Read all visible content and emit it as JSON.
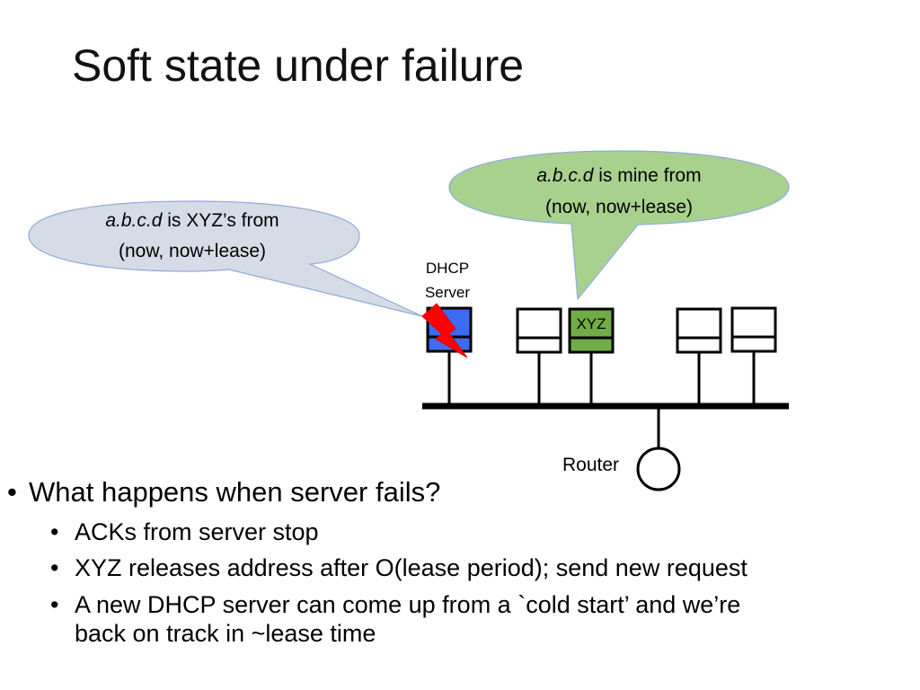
{
  "slide": {
    "title": "Soft state under failure"
  },
  "diagram": {
    "left_bubble": {
      "italic_part": "a.b.c.d",
      "rest_line1": " is XYZ’s from",
      "line2": "(now, now+lease)",
      "fill": "#d6dce5"
    },
    "right_bubble": {
      "italic_part": "a.b.c.d",
      "rest_line1": " is mine from",
      "line2": "(now, now+lease)",
      "fill": "#a9d18e"
    },
    "server_label_line1": "DHCP",
    "server_label_line2": "Server",
    "xyz_label": "XYZ",
    "router_label": "Router",
    "colors": {
      "server": "#3c6cf0",
      "xyz_host": "#70ad47",
      "lightning": "#ff0000"
    }
  },
  "bullets": {
    "main": "What happens when server fails?",
    "sub": [
      "ACKs from server stop",
      "XYZ releases address  after O(lease period); send new request",
      "A new DHCP server can come up from a `cold start’ and we’re back on track in ~lease time"
    ]
  }
}
